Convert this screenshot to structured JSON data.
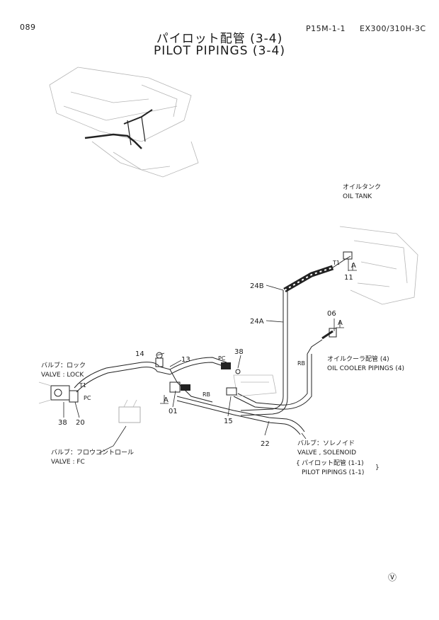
{
  "header": {
    "page_number": "089",
    "part_code": "P15M-1-1",
    "model": "EX300/310H-3C"
  },
  "title": {
    "japanese": "パイロット配管 (3-4)",
    "english": "PILOT PIPINGS (3-4)"
  },
  "labels": {
    "oil_tank_jp": "オイルタンク",
    "oil_tank_en": "OIL TANK",
    "oil_cooler_jp": "オイルクーラ配管 (4)",
    "oil_cooler_en": "OIL COOLER PIPINGS (4)",
    "valve_lock_jp": "バルブ：ロック",
    "valve_lock_en": "VALVE : LOCK",
    "valve_fc_jp": "バルブ：フロウコントロール",
    "valve_fc_en": "VALVE : FC",
    "valve_solenoid_jp": "バルブ：ソレノイド",
    "valve_solenoid_en": "VALVE , SOLENOID",
    "pilot_pipings_jp": "パイロット配管 (1-1)",
    "pilot_pipings_en": "PILOT PIPINGS (1-1)"
  },
  "callouts": {
    "p01": "01",
    "p06": "06",
    "p11": "11",
    "p13": "13",
    "p14": "14",
    "p15": "15",
    "p20": "20",
    "p22": "22",
    "p24a": "24A",
    "p24b": "24B",
    "p38a": "38",
    "p38b": "38",
    "view_a1": "A",
    "view_a2": "A",
    "view_a3": "A"
  },
  "port_marks": {
    "t1_tank": "T1",
    "t1_lock": "T1",
    "pc_lock": "PC",
    "pc_top": "PC",
    "rb_mid": "RB",
    "rb_right": "RB"
  },
  "footer": {
    "mark": "Ⓥ"
  }
}
